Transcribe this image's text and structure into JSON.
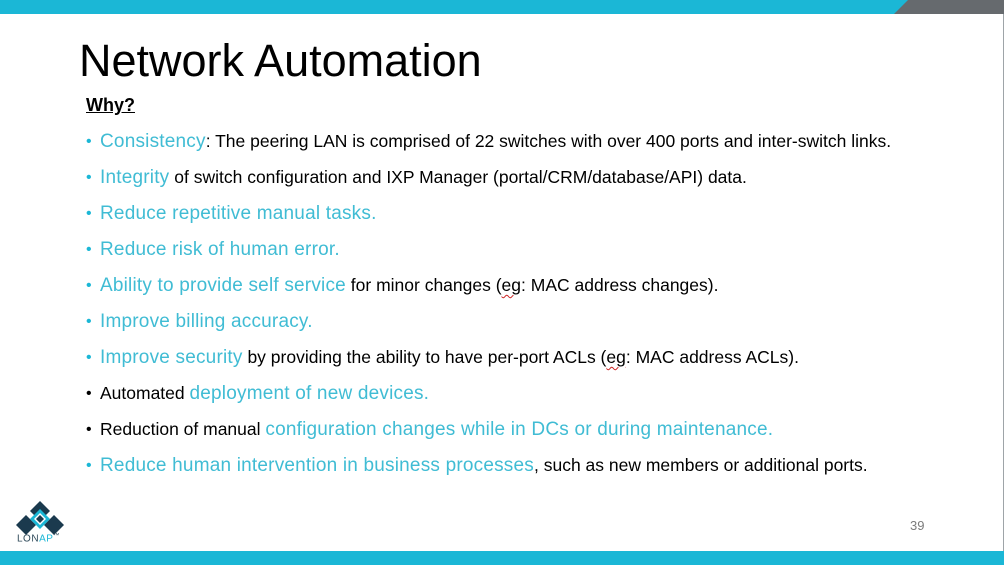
{
  "slide": {
    "title": "Network Automation",
    "subheading": "Why?",
    "page_number": "39"
  },
  "bullets": [
    {
      "parts": [
        {
          "t": "Consistency",
          "hl": true
        },
        {
          "t": ": The peering LAN is comprised of 22 switches with over 400 ports and inter-switch links.",
          "hl": false
        }
      ],
      "marker": "cyan"
    },
    {
      "parts": [
        {
          "t": "Integrity",
          "hl": true
        },
        {
          "t": " of switch configuration and IXP Manager (portal/CRM/database/API) data.",
          "hl": false
        }
      ],
      "marker": "cyan"
    },
    {
      "parts": [
        {
          "t": "Reduce repetitive manual tasks.",
          "hl": true
        }
      ],
      "marker": "cyan"
    },
    {
      "parts": [
        {
          "t": "Reduce risk of human error.",
          "hl": true
        }
      ],
      "marker": "cyan"
    },
    {
      "parts": [
        {
          "t": "Ability to provide self service",
          "hl": true
        },
        {
          "t": " for minor changes (",
          "hl": false
        },
        {
          "t": "eg",
          "hl": false,
          "sq": true
        },
        {
          "t": ": MAC address changes).",
          "hl": false
        }
      ],
      "marker": "cyan"
    },
    {
      "parts": [
        {
          "t": "Improve billing accuracy.",
          "hl": true
        }
      ],
      "marker": "cyan"
    },
    {
      "parts": [
        {
          "t": "Improve security",
          "hl": true
        },
        {
          "t": " by providing the ability to have per-port ACLs (",
          "hl": false
        },
        {
          "t": "eg",
          "hl": false,
          "sq": true
        },
        {
          "t": ": MAC address ACLs).",
          "hl": false
        }
      ],
      "marker": "cyan"
    },
    {
      "parts": [
        {
          "t": "Automated ",
          "hl": false
        },
        {
          "t": "deployment of new devices.",
          "hl": true
        }
      ],
      "marker": "black"
    },
    {
      "parts": [
        {
          "t": "Reduction of manual ",
          "hl": false
        },
        {
          "t": "configuration changes while in DCs or during maintenance.",
          "hl": true
        }
      ],
      "marker": "black"
    },
    {
      "parts": [
        {
          "t": "Reduce human intervention in business processes",
          "hl": true
        },
        {
          "t": ", such as new members or additional ports.",
          "hl": false
        }
      ],
      "marker": "cyan"
    }
  ],
  "logo": {
    "text_main": "LON",
    "text_accent": "AP",
    "trademark": "™"
  },
  "colors": {
    "accent": "#1bb7d6",
    "highlight_text": "#40bcd4",
    "dark_corner": "#666a6e"
  }
}
